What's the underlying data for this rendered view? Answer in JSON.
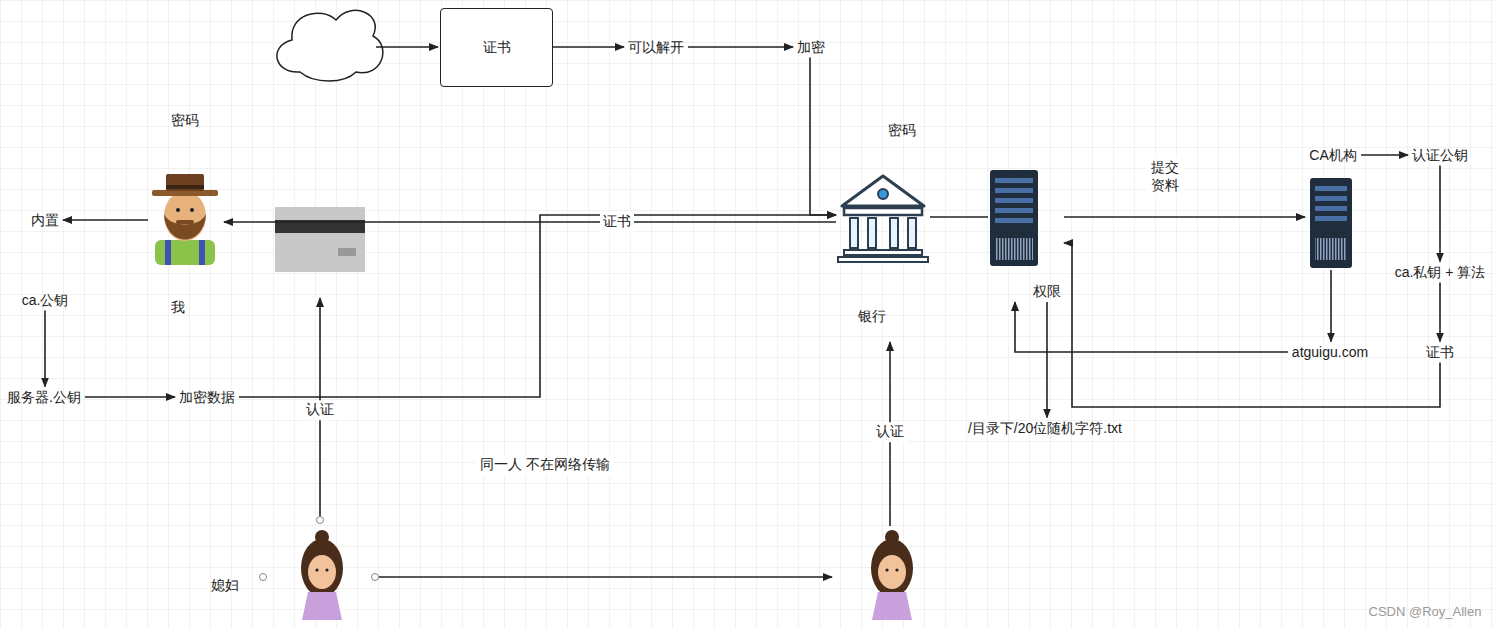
{
  "diagram": {
    "nodes": [
      {
        "text": [
          "证书"
        ]
      },
      {
        "text": [
          "可以解开"
        ]
      },
      {
        "text": [
          "加密"
        ]
      },
      {
        "text": [
          "密码",
          "我"
        ]
      },
      {
        "text": [
          "内置"
        ]
      },
      {
        "text": [
          "ca.公钥"
        ]
      },
      {
        "text": [
          "服务器.公钥"
        ]
      },
      {
        "text": [
          "加密数据"
        ]
      },
      {
        "text": [
          "密码",
          "银行"
        ]
      },
      {
        "text": [
          "权限"
        ]
      },
      {
        "text": [
          "CA机构"
        ]
      },
      {
        "text": [
          "认证公钥"
        ]
      },
      {
        "text": [
          "ca.私钥 + 算法"
        ]
      },
      {
        "text": [
          "证书"
        ]
      },
      {
        "text": [
          "atguigu.com"
        ]
      },
      {
        "text": [
          "/目录下/20位随机字符.txt"
        ]
      },
      {
        "text": [
          "媳妇"
        ]
      }
    ],
    "edges": [
      {
        "from": 0,
        "to": 1,
        "arrow": "to"
      },
      {
        "from": 1,
        "to": 2,
        "arrow": "to"
      },
      {
        "from": 2,
        "to": 8,
        "arrow": "to"
      },
      {
        "from": 8,
        "to": 3,
        "label": "证书",
        "arrow": "to"
      },
      {
        "from": 3,
        "to": 4,
        "arrow": "to"
      },
      {
        "from": 5,
        "to": 6,
        "arrow": "to"
      },
      {
        "from": 6,
        "to": 7,
        "arrow": "to"
      },
      {
        "from": 7,
        "to": 8,
        "arrow": "to"
      },
      {
        "from": 8,
        "to": 9,
        "arrow": "none"
      },
      {
        "from": 9,
        "to": 10,
        "label": "提交 资料",
        "arrow": "to"
      },
      {
        "from": 10,
        "to": 11,
        "arrow": "to"
      },
      {
        "from": 11,
        "to": 12,
        "arrow": "to"
      },
      {
        "from": 12,
        "to": 13,
        "arrow": "to"
      },
      {
        "from": 13,
        "to": 9,
        "arrow": "to"
      },
      {
        "from": 10,
        "to": 14,
        "arrow": "to"
      },
      {
        "from": 14,
        "to": 9,
        "arrow": "to"
      },
      {
        "from": 9,
        "to": 15,
        "arrow": "to"
      }
    ],
    "labels": [
      "认证",
      "认证",
      "同一人 不在网络传输",
      "CSDN @Roy_Allen"
    ]
  }
}
